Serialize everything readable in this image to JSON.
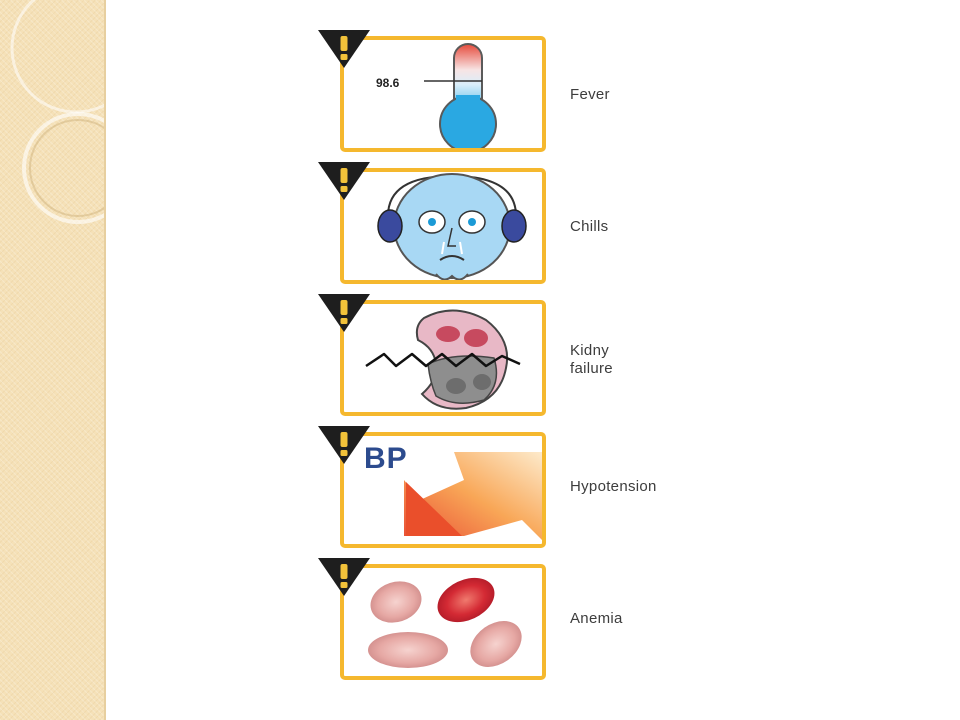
{
  "symptoms": [
    {
      "label": "Fever",
      "icon": "thermometer-icon",
      "reading": "98.6"
    },
    {
      "label": "Chills",
      "icon": "shivering-face-icon"
    },
    {
      "label": "Kidny\nfailure",
      "icon": "cracked-kidney-icon"
    },
    {
      "label": "Hypotension",
      "icon": "blood-pressure-down-icon",
      "badge": "BP"
    },
    {
      "label": "Anemia",
      "icon": "red-blood-cells-icon"
    }
  ],
  "warning_icon": "exclamation-triangle-icon",
  "colors": {
    "card_border": "#f5b82e",
    "warning_fill": "#1e1e1e",
    "warning_mark": "#f2c23a",
    "sidebar": "#f5e1b8",
    "bp_text": "#2c4b8e"
  }
}
